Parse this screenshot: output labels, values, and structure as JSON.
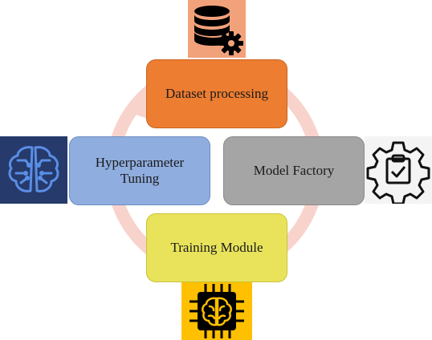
{
  "diagram": {
    "nodes": [
      {
        "id": "dataset",
        "label": "Dataset processing"
      },
      {
        "id": "model",
        "label": "Model Factory"
      },
      {
        "id": "training",
        "label": "Training Module"
      },
      {
        "id": "hyper",
        "label": "Hyperparameter Tuning"
      }
    ],
    "colors": {
      "dataset": "#ed7d31",
      "model": "#a5a5a5",
      "training": "#e9e35c",
      "hyper": "#8fadde",
      "cycle_arrow": "#f8d3cc"
    },
    "icons": {
      "dataset": "database-gear-icon",
      "model": "gear-clipboard-icon",
      "training": "brain-chip-icon",
      "hyper": "brain-circuit-icon"
    }
  }
}
